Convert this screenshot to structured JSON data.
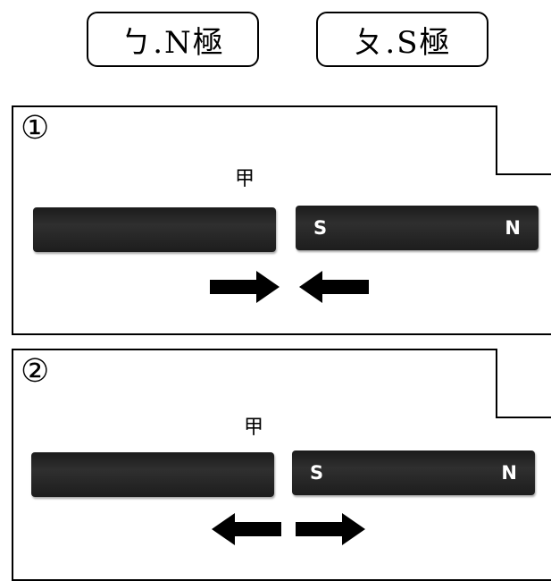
{
  "options": [
    {
      "label": "ㄅ.N極"
    },
    {
      "label": "ㄆ.S極"
    }
  ],
  "panels": [
    {
      "number": "①",
      "unknown_label": "甲",
      "right_magnet": {
        "left_pole": "S",
        "right_pole": "N"
      },
      "arrows": [
        "right",
        "left"
      ]
    },
    {
      "number": "②",
      "unknown_label": "甲",
      "right_magnet": {
        "left_pole": "S",
        "right_pole": "N"
      },
      "arrows": [
        "left",
        "right"
      ]
    }
  ]
}
